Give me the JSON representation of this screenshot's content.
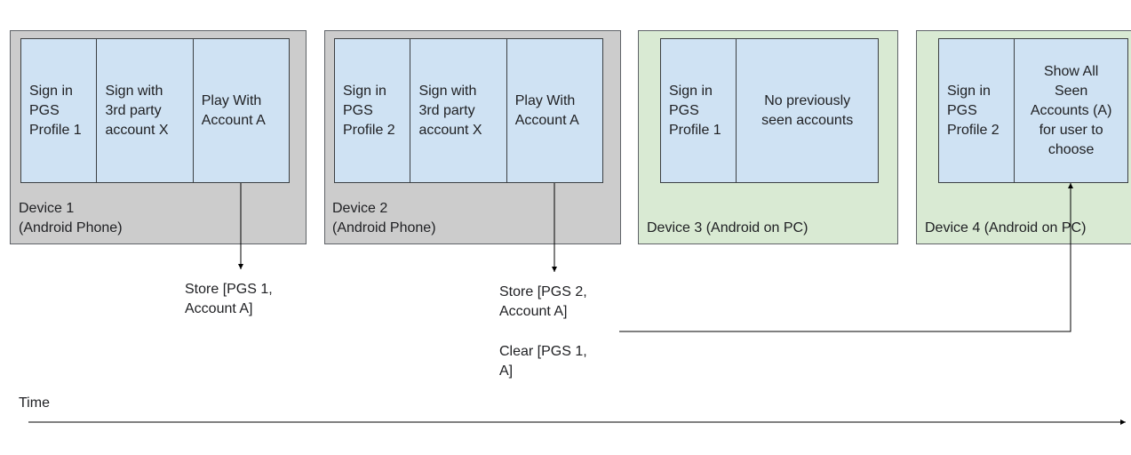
{
  "devices": [
    {
      "label": "Device 1\n(Android Phone)",
      "color": "#cccccc",
      "steps": [
        "Sign in\nPGS\nProfile 1",
        "Sign with\n3rd party\naccount X",
        "Play With\nAccount A"
      ]
    },
    {
      "label": "Device 2\n(Android Phone)",
      "color": "#cccccc",
      "steps": [
        "Sign in\nPGS\nProfile 2",
        "Sign with\n3rd party\naccount X",
        "Play With\nAccount A"
      ]
    },
    {
      "label": "Device 3 (Android on PC)",
      "color": "#d9ead3",
      "steps": [
        "Sign in\nPGS\nProfile 1",
        "No previously\nseen accounts"
      ]
    },
    {
      "label": "Device 4 (Android on PC)",
      "color": "#d9ead3",
      "steps": [
        "Sign in\nPGS\nProfile 2",
        "Show All\nSeen\nAccounts (A)\nfor user to\nchoose"
      ]
    }
  ],
  "notes": {
    "store_1": "Store [PGS  1,\nAccount A]",
    "store_2": "Store [PGS  2,\nAccount A]",
    "clear_1": "Clear [PGS 1,\nA]"
  },
  "time_label": "Time",
  "colors": {
    "step_fill": "#cfe2f3",
    "phone_fill": "#cccccc",
    "pc_fill": "#d9ead3",
    "line": "#000000"
  }
}
